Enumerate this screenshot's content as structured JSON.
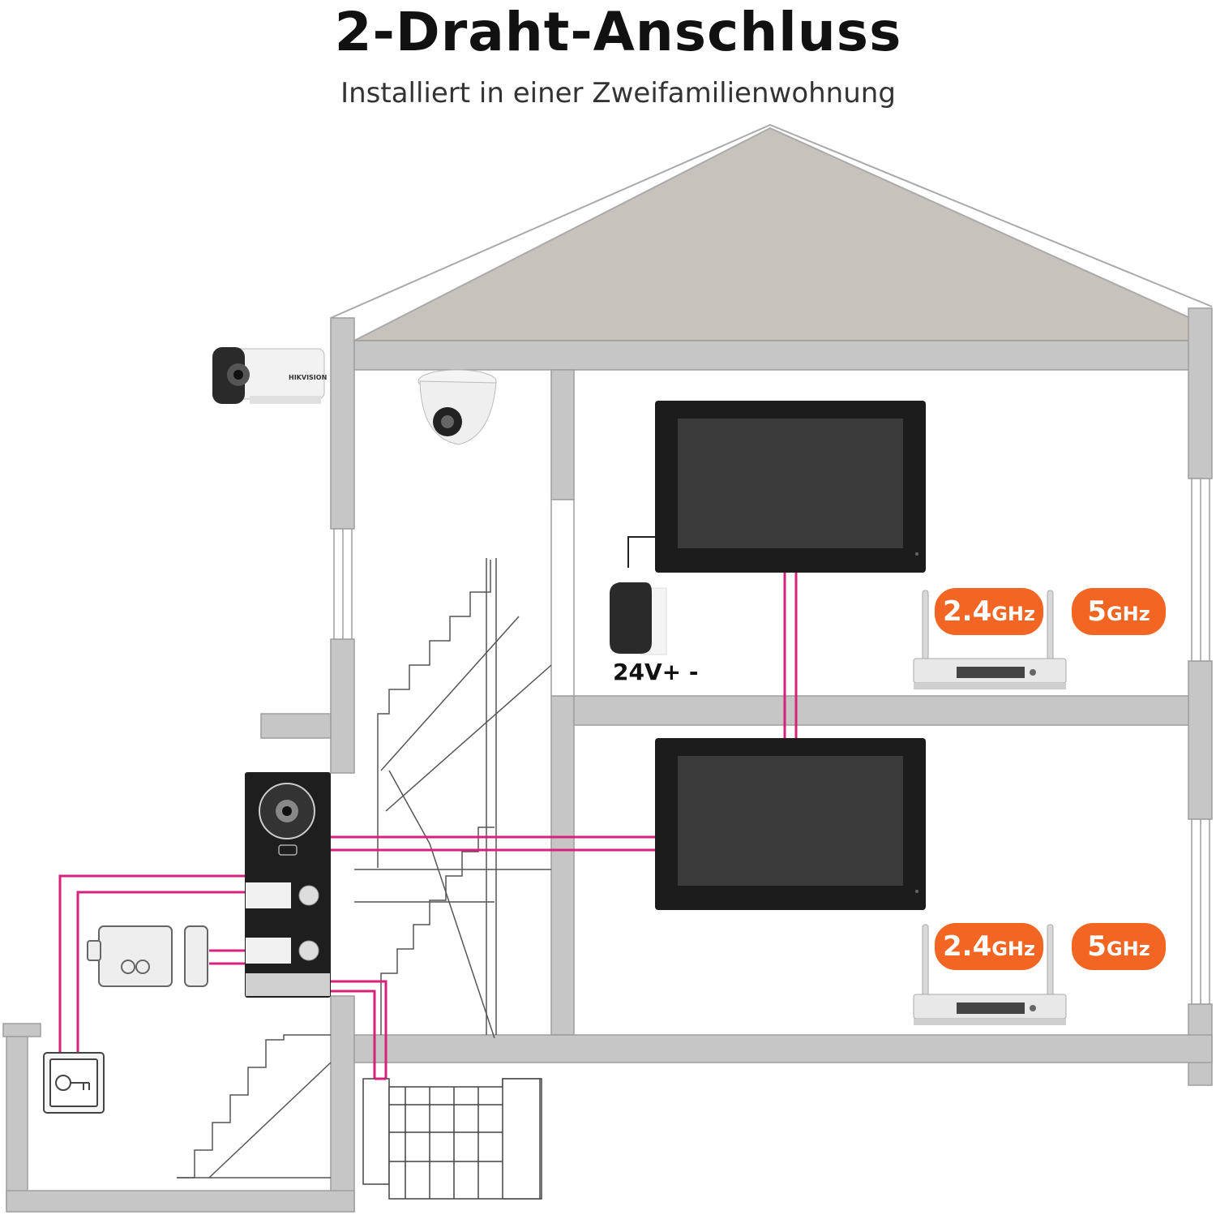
{
  "header": {
    "title": "2-Draht-Anschluss",
    "subtitle": "Installiert in einer Zweifamilienwohnung"
  },
  "power_adapter": {
    "label": "24V+ -"
  },
  "routers": [
    {
      "band_24": {
        "num": "2.4",
        "unit": "GHz"
      },
      "band_5": {
        "num": "5",
        "unit": "GHz"
      }
    },
    {
      "band_24": {
        "num": "2.4",
        "unit": "GHz"
      },
      "band_5": {
        "num": "5",
        "unit": "GHz"
      }
    }
  ],
  "camera_brand": "HIKVISION",
  "colors": {
    "wall": "#c6c6c6",
    "roof": "#c8c2bd",
    "wire": "#d6227a",
    "badge": "#f26522",
    "monitor_frame": "#1c1c1c",
    "monitor_screen": "#3b3b3b"
  },
  "icons": [
    "bullet-camera-icon",
    "dome-camera-icon",
    "monitor-icon",
    "router-icon",
    "door-station-icon",
    "electric-lock-icon",
    "key-switch-icon",
    "gate-icon",
    "power-adapter-icon"
  ]
}
